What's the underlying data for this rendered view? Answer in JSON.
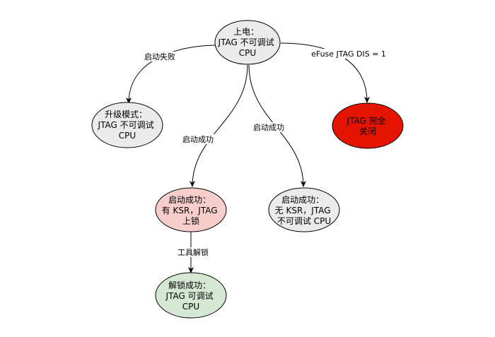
{
  "colors": {
    "default_fill": "#ebebeb",
    "red_fill": "#e51400",
    "pink_fill": "#f8cecc",
    "green_fill": "#d5e8d4",
    "stroke": "#000000",
    "text_on_red": "#ffffff"
  },
  "nodes": {
    "power_on": {
      "lines": [
        "上电：",
        "JTAG 不可调试",
        "CPU"
      ]
    },
    "upgrade_mode": {
      "lines": [
        "升级模式：",
        "JTAG 不可调试",
        "CPU"
      ]
    },
    "jtag_off": {
      "lines": [
        "JTAG 完全",
        "关闭"
      ]
    },
    "boot_ok_ksr": {
      "lines": [
        "启动成功：",
        "有 KSR，JTAG",
        "上锁"
      ]
    },
    "boot_ok_noksr": {
      "lines": [
        "启动成功：",
        "无 KSR，JTAG",
        "不可调试 CPU"
      ]
    },
    "unlock_ok": {
      "lines": [
        "解锁成功：",
        "JTAG 可调试",
        "CPU"
      ]
    }
  },
  "edges": {
    "boot_fail": "启动失败",
    "efuse": "eFuse JTAG DIS = 1",
    "boot_ok_left": "启动成功",
    "boot_ok_right": "启动成功",
    "tool_unlock": "工具解锁"
  }
}
